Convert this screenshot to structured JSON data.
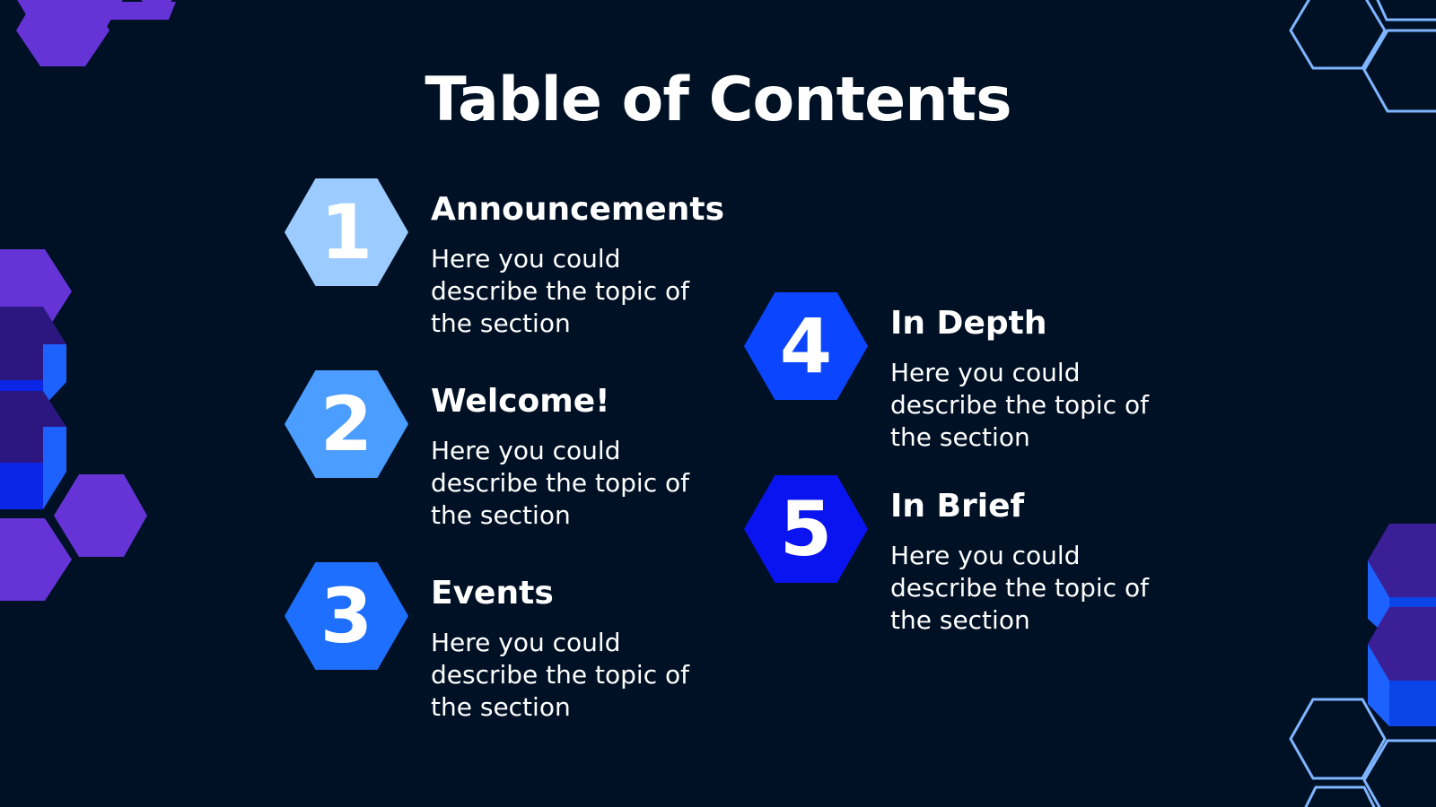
{
  "title": "Table of Contents",
  "items": [
    {
      "number": "1",
      "title": "Announcements",
      "description": "Here you could describe the topic of the section",
      "color": "#9ccbff"
    },
    {
      "number": "2",
      "title": "Welcome!",
      "description": "Here you could describe the topic of the section",
      "color": "#4b9dff"
    },
    {
      "number": "3",
      "title": "Events",
      "description": "Here you could describe the topic of the section",
      "color": "#1f6fff"
    },
    {
      "number": "4",
      "title": "In Depth",
      "description": "Here you could describe the topic of the section",
      "color": "#0b45ff"
    },
    {
      "number": "5",
      "title": "In Brief",
      "description": "Here you could describe the topic of the section",
      "color": "#0a14f0"
    }
  ],
  "colors": {
    "background": "#001125",
    "hex_purple": "#6533d6",
    "hex_dark_purple": "#3a1f96",
    "hex_outline": "#7fb4ff"
  }
}
